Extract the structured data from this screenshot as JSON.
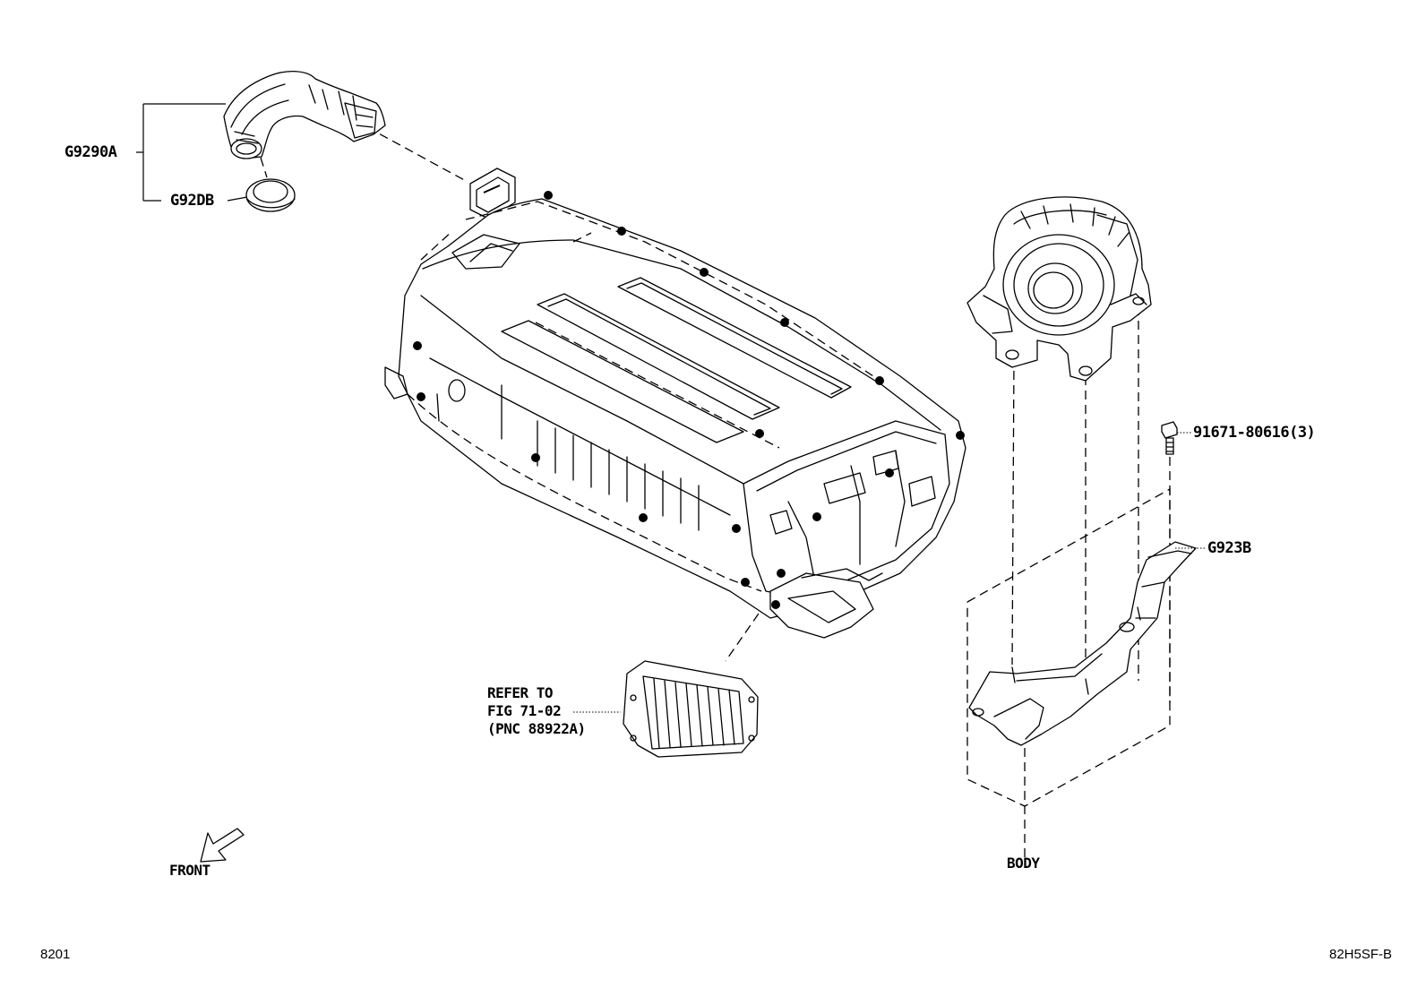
{
  "diagram": {
    "callouts": {
      "hose_assembly": "G9290A",
      "seal_ring": "G92DB",
      "bolt": "91671-80616(3)",
      "bracket": "G923B",
      "refer_line1": "REFER TO",
      "refer_line2": "FIG 71-02",
      "refer_line3": "(PNC 88922A)",
      "body": "BODY",
      "front": "FRONT"
    },
    "footer": {
      "page_code": "8201",
      "figure_code": "82H5SF-B"
    }
  }
}
